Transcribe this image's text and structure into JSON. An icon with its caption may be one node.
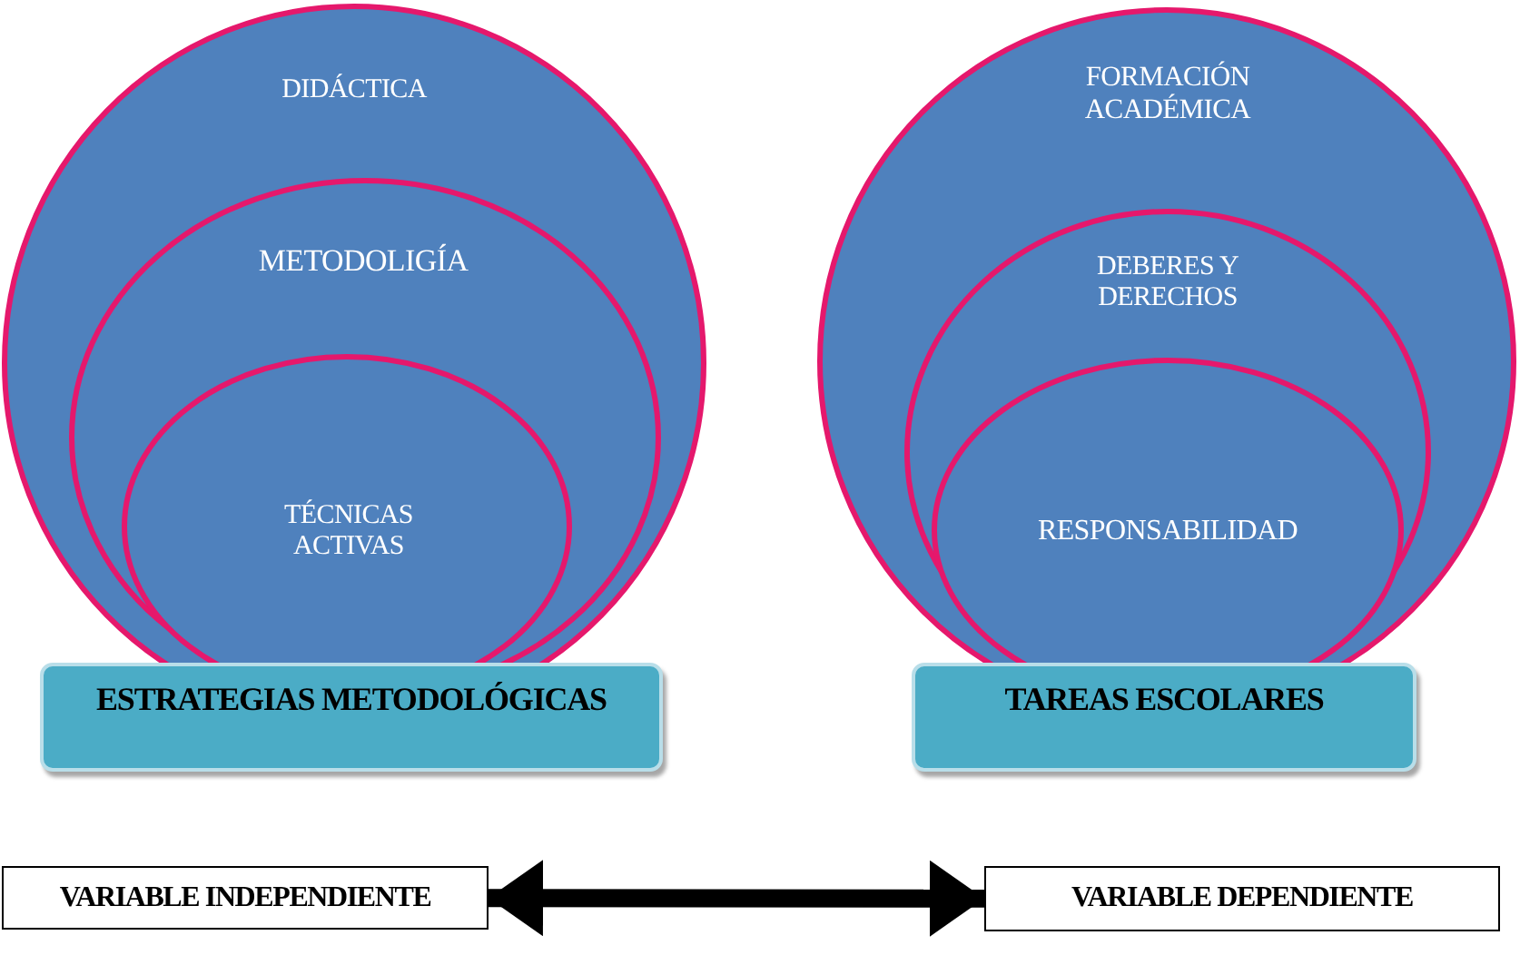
{
  "diagram": {
    "nodes": [
      {
        "text": [
          "DIDÁCTICA"
        ]
      },
      {
        "text": [
          "METODOLIGÍA"
        ],
        "in": 0
      },
      {
        "text": [
          "TÉCNICAS ACTIVAS"
        ],
        "in": 1
      },
      {
        "text": [
          "FORMACIÓN ACADÉMICA"
        ]
      },
      {
        "text": [
          "DEBERES Y DERECHOS"
        ],
        "in": 3
      },
      {
        "text": [
          "RESPONSABILIDAD"
        ],
        "in": 4
      },
      {
        "text": [
          "ESTRATEGIAS METODOLÓGICAS"
        ]
      },
      {
        "text": [
          "TAREAS ESCOLARES"
        ]
      },
      {
        "text": [
          "VARIABLE INDEPENDIENTE"
        ]
      },
      {
        "text": [
          "VARIABLE DEPENDIENTE"
        ]
      }
    ],
    "edges": [
      {
        "from": 8,
        "to": 9,
        "arrow": "both"
      }
    ]
  }
}
